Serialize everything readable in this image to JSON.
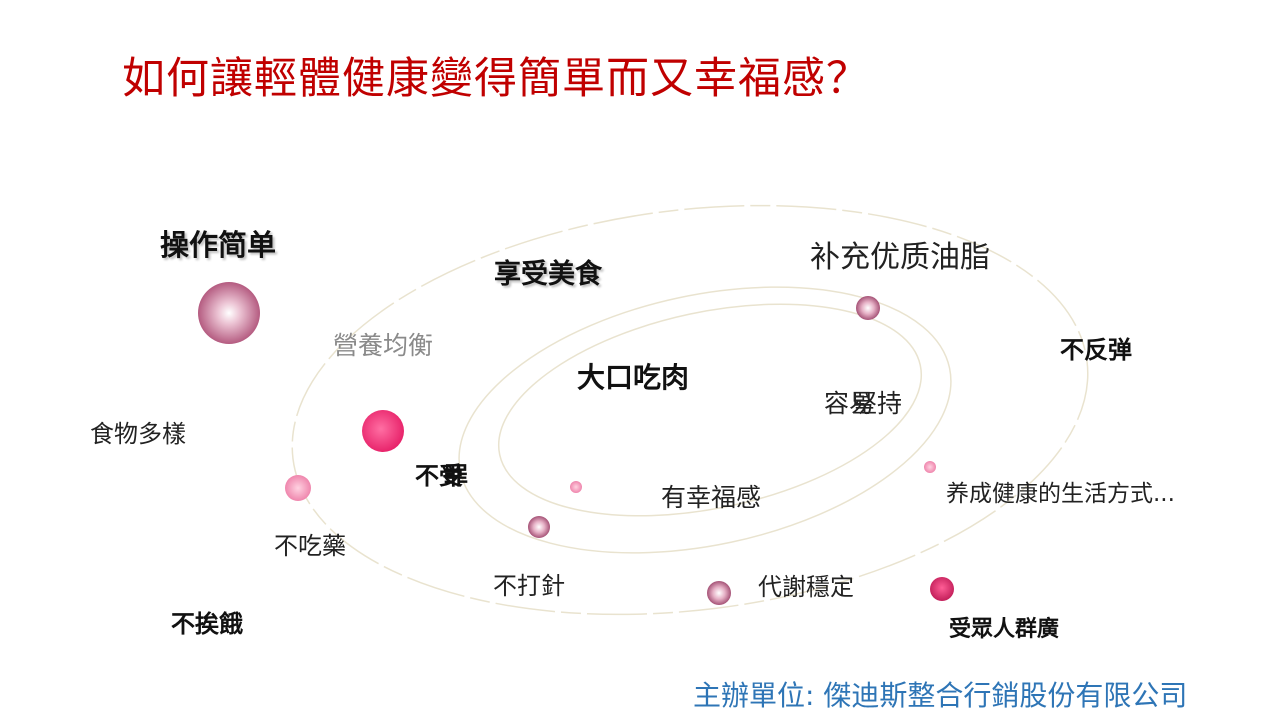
{
  "title": "如何讓輕體健康變得簡單而又幸福感？",
  "footer": "主辦單位: 傑迪斯整合行銷股份有限公司",
  "labels": {
    "operation_simple": "操作简单",
    "enjoy_food": "享受美食",
    "supplement_oils": "补充优质油脂",
    "nutrition_balance": "營養均衡",
    "eat_meat": "大口吃肉",
    "no_rebound": "不反弹",
    "easy_persist_a": "容易",
    "easy_persist_b": "堅持",
    "food_variety": "食物多樣",
    "no_tiredness_a": "不受",
    "no_tiredness_b": "罪",
    "happiness": "有幸福感",
    "healthy_lifestyle": "养成健康的生活方式...",
    "no_medicine": "不吃藥",
    "no_injection": "不打針",
    "stable_metabolism": "代謝穩定",
    "no_hunger": "不挨餓",
    "wide_audience": "受眾人群廣"
  },
  "colors": {
    "title": "#c00000",
    "footer": "#2e75b6",
    "orbit": "#ece6d3",
    "sphere_pink": "#e8739c",
    "sphere_hot": "#f2407f",
    "sphere_mauve": "#c0708e"
  }
}
